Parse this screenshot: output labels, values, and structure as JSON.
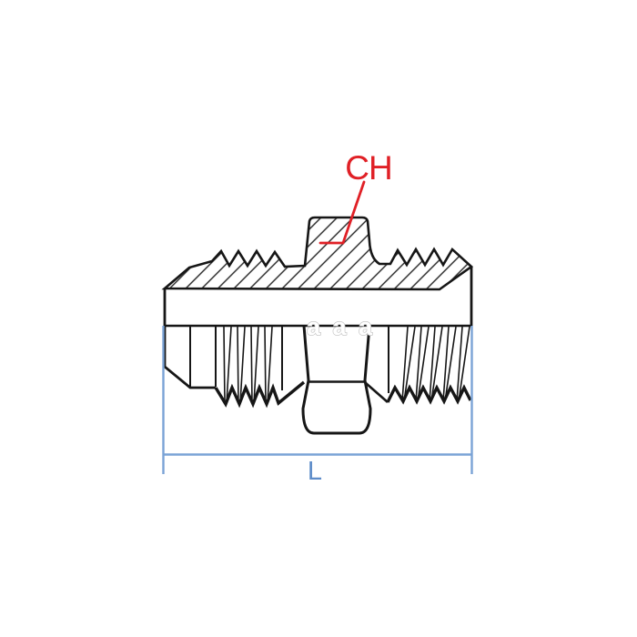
{
  "diagram": {
    "type": "technical-drawing",
    "subject": "male-male hydraulic adapter fitting, half-section view",
    "labels": {
      "hex_callout": "CH",
      "length_dimension": "L",
      "watermark": "a a a"
    },
    "colors": {
      "line_black": "#161616",
      "annotation_red": "#e02026",
      "dimension_blue": "#7aa3d6",
      "dimension_text_blue": "#5d8cc9",
      "watermark_gray": "#c5c5c5",
      "background": "#ffffff"
    }
  }
}
